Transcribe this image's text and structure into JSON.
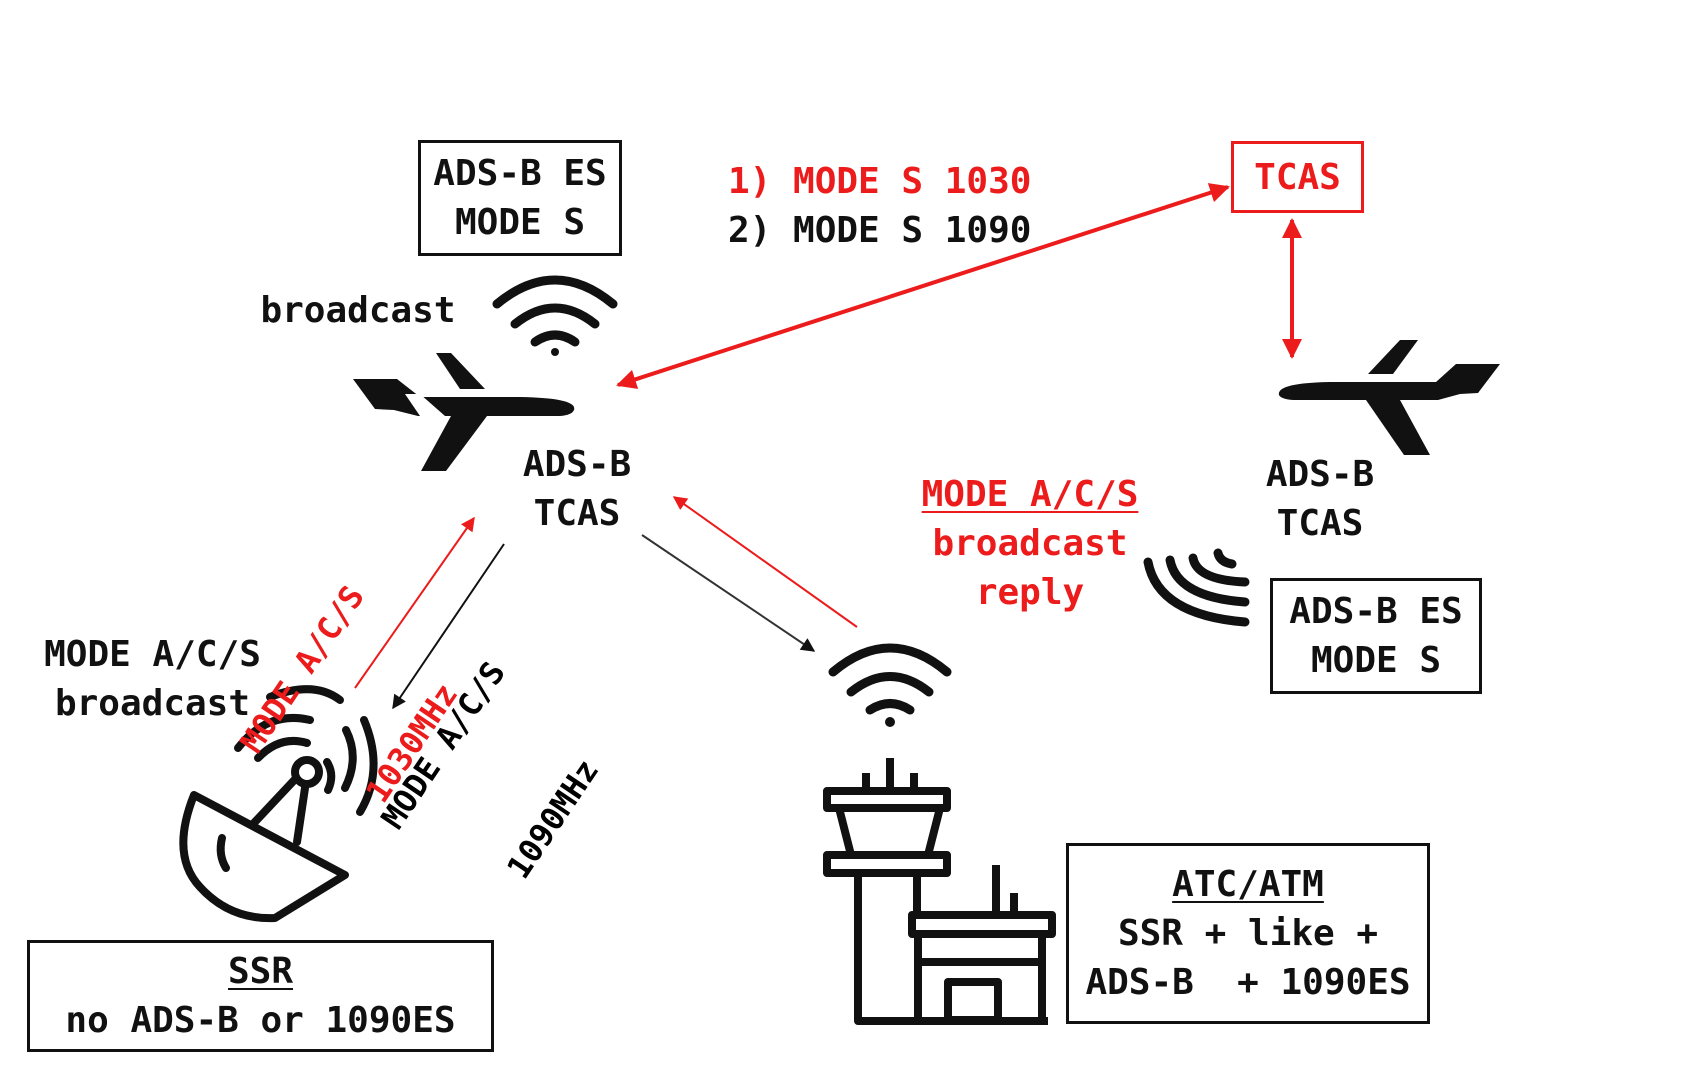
{
  "diagram": {
    "box_aircraft_left": {
      "line1": "ADS-B ES",
      "line2": "MODE S"
    },
    "broadcast_top": "broadcast",
    "aircraft_left_label": {
      "line1": "ADS-B",
      "line2": "TCAS"
    },
    "mode_s_steps": {
      "step1": "1) MODE S 1030",
      "step2": "2) MODE S 1090"
    },
    "tcas_box": "TCAS",
    "aircraft_right_label": {
      "line1": "ADS-B",
      "line2": "TCAS"
    },
    "broadcast_reply": {
      "line1": "MODE A/C/S",
      "line2": "broadcast",
      "line3": "reply"
    },
    "box_aircraft_right": {
      "line1": "ADS-B ES",
      "line2": "MODE S"
    },
    "ssr_broadcast": {
      "line1": "MODE A/C/S",
      "line2": "broadcast"
    },
    "uplink_1030": {
      "line1": "MODE A/C/S",
      "line2": "1030MHz"
    },
    "downlink_1090": {
      "line1": "MODE A/C/S",
      "line2": "1090MHz"
    },
    "ssr_box": {
      "title": "SSR",
      "line2": "no ADS-B or 1090ES"
    },
    "atc_box": {
      "title": "ATC/ATM",
      "line2": "SSR + like +",
      "line3": "ADS-B  + 1090ES"
    }
  },
  "colors": {
    "red": "#ec1c1c",
    "black": "#111111"
  }
}
